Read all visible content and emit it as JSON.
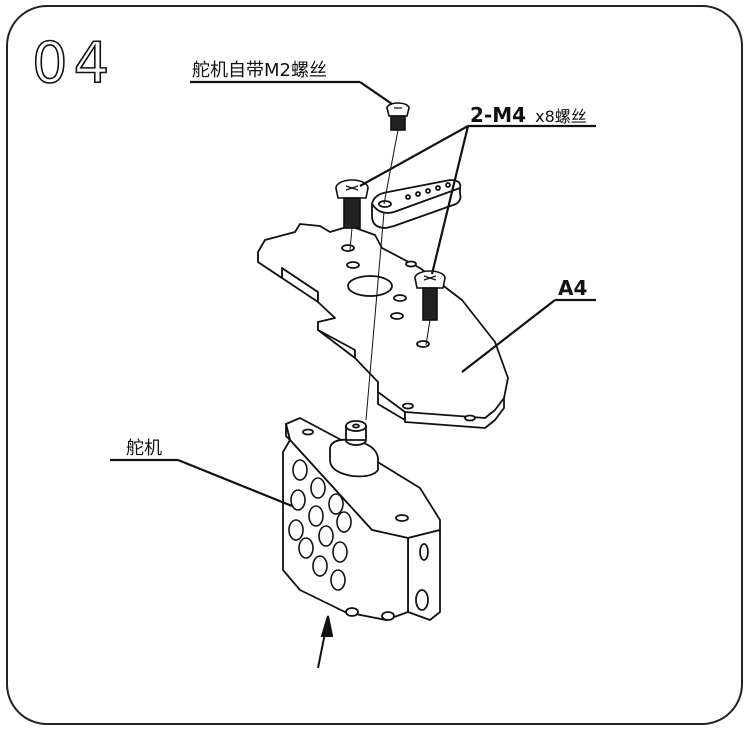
{
  "step_number": "04",
  "labels": {
    "servo_screw": "舵机自带M2螺丝",
    "screws_count": "2-M4",
    "screws_size": "x8螺丝",
    "part": "A4",
    "servo": "舵机"
  },
  "colors": {
    "stroke": "#111111",
    "background": "#ffffff",
    "frame": "#222222"
  }
}
